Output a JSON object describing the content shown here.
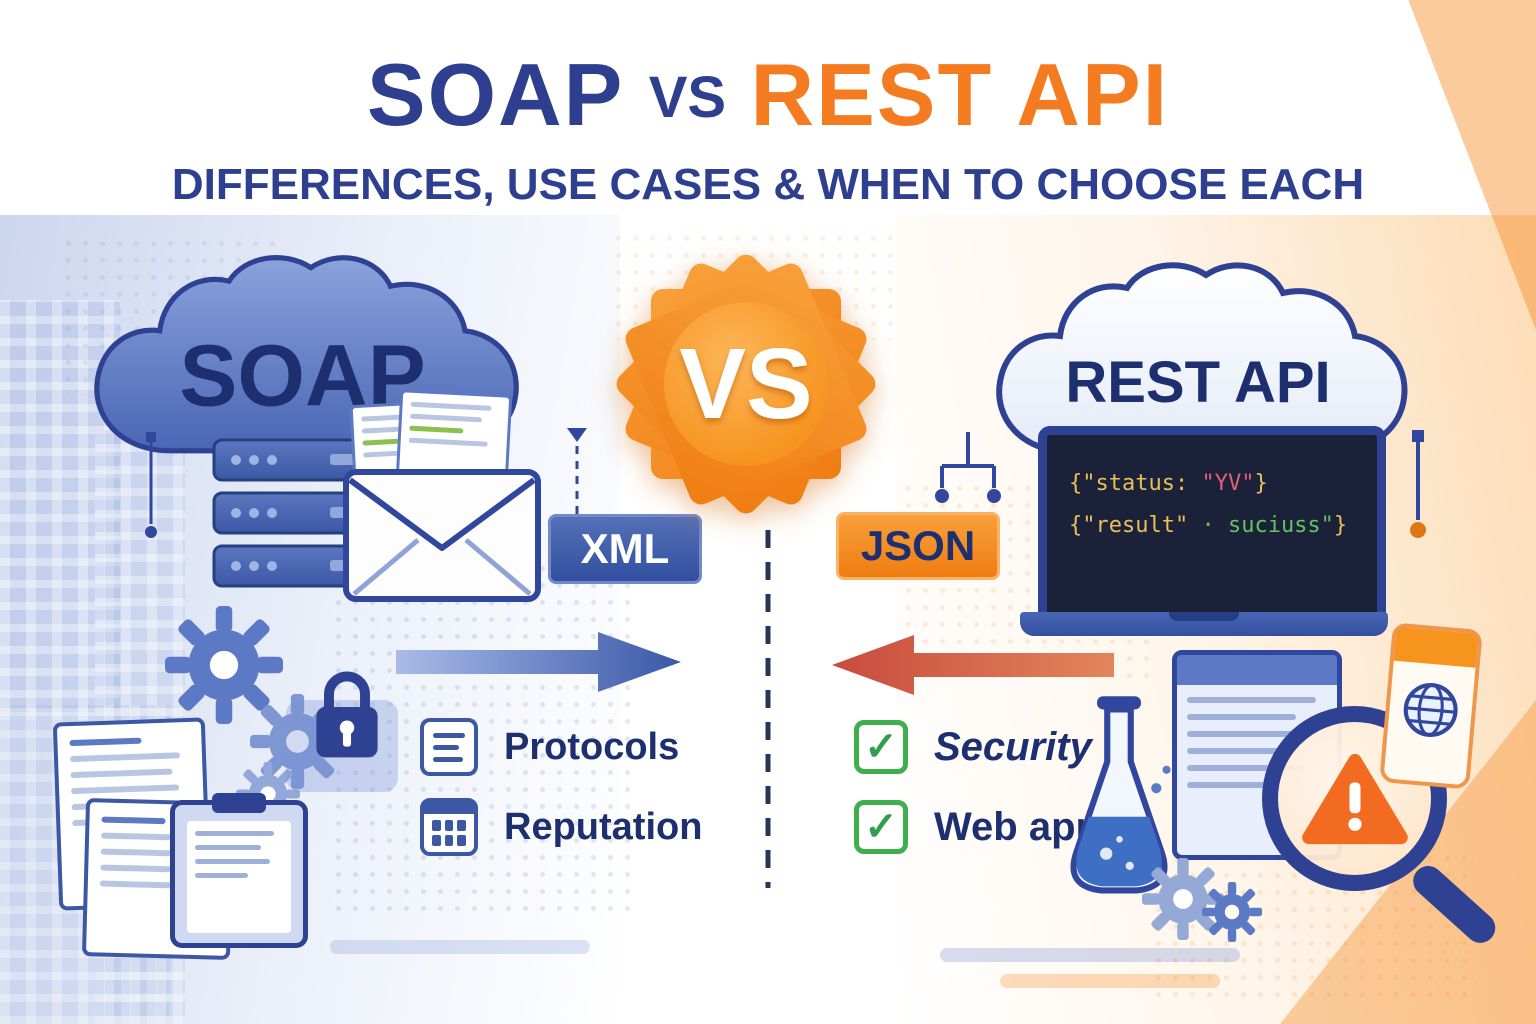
{
  "title": {
    "soap": "SOAP",
    "vs": "VS",
    "rest": "REST API"
  },
  "subtitle": "DIFFERENCES, USE CASES & WHEN TO CHOOSE EACH",
  "left": {
    "cloud_label": "SOAP",
    "format_badge": "XML",
    "features": [
      {
        "icon": "document-lines-icon",
        "label": "Protocols"
      },
      {
        "icon": "calendar-grid-icon",
        "label": "Reputation"
      }
    ]
  },
  "center": {
    "versus_label": "VS"
  },
  "right": {
    "cloud_label": "REST API",
    "format_badge": "JSON",
    "code_lines": [
      {
        "open": "{\"",
        "key": "status: ",
        "value": "\"YV\"",
        "close": "}"
      },
      {
        "open": "{\"",
        "key": "result\" ",
        "value": "· suciuss\"",
        "close": "}"
      }
    ],
    "features": [
      {
        "icon": "checkbox-checked-icon",
        "label": "Security"
      },
      {
        "icon": "checkbox-checked-icon",
        "label": "Web apps"
      }
    ]
  },
  "colors": {
    "navy": "#2e3f8f",
    "blue": "#4a66b5",
    "orange": "#f7941d",
    "orange_deep": "#ef7d12",
    "green_check": "#3fae4c",
    "code_yellow": "#e7c05c",
    "code_red": "#e0607a",
    "code_green": "#62c462",
    "arrow_blue": "#3a57a8",
    "arrow_red": "#c94b3e"
  }
}
